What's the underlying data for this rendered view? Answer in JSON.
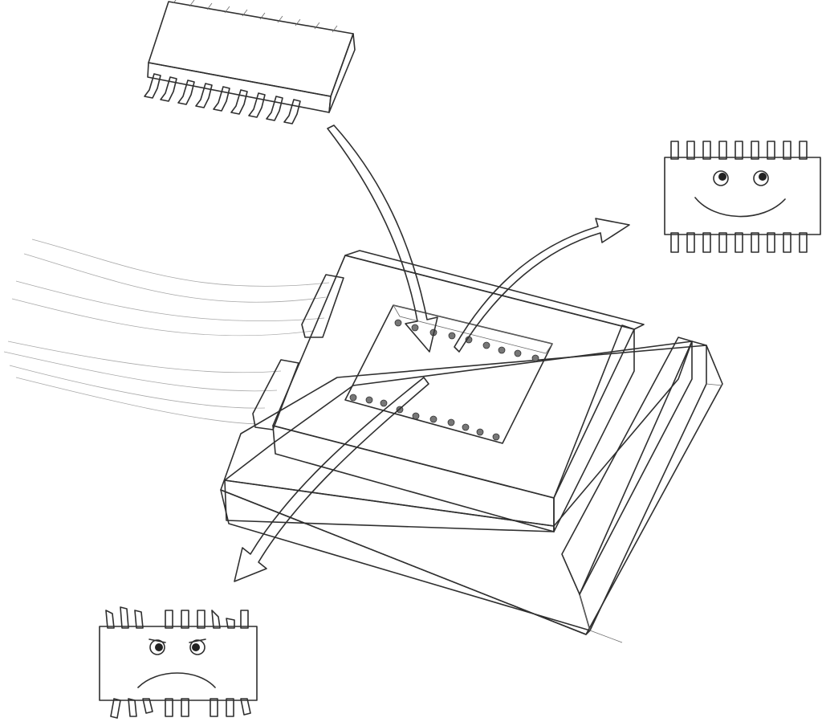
{
  "scene": {
    "colors": {
      "ink": "#2f2f2f",
      "shade": "#c9c9c9",
      "shade_dark": "#8c8c8c",
      "chip_fill": "#dadada",
      "arrow_fill": "#9a9a9a",
      "paper": "#ffffff"
    },
    "chips": [
      {
        "name": "incoming-chip",
        "mood": "none"
      },
      {
        "name": "good-chip",
        "mood": "happy"
      },
      {
        "name": "bad-chip",
        "mood": "sad"
      }
    ],
    "arrows": [
      "insert-arrow",
      "pass-arrow",
      "fail-arrow"
    ],
    "icons": [
      "chip-icon",
      "socket-icon",
      "cable-icon",
      "smiley-face-icon",
      "frowning-face-icon",
      "arrow-icon"
    ]
  }
}
